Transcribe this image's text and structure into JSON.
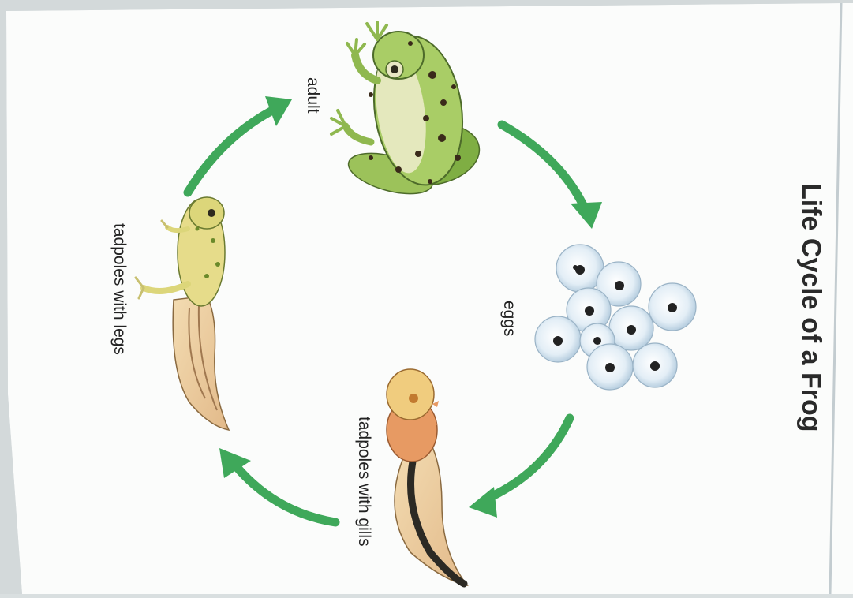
{
  "title": "Life Cycle of a Frog",
  "stages": {
    "adult": "adult",
    "eggs": "eggs",
    "tadpoles_gills": "tadpoles with gills",
    "tadpoles_legs": "tadpoles with legs"
  },
  "colors": {
    "arrow": "#3fa85a",
    "paper": "#fbfcfb",
    "frog_green": "#8cbf4a",
    "egg": "#dcebf5"
  }
}
